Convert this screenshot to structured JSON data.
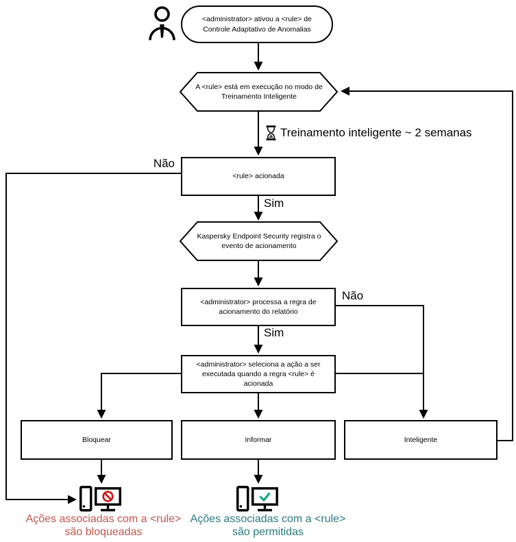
{
  "flowchart": {
    "nodes": {
      "start": "<administrator> ativou a <rule> de Controle Adaptativo de Anomalias",
      "smart_training_mode": "A <rule> está em execução no modo de Treinamento Inteligente",
      "training_note": "Treinamento inteligente ~ 2 semanas",
      "rule_triggered": "<rule> acionada",
      "registers_event": "Kaspersky Endpoint Security registra o evento de acionamento",
      "processes_rule": "<administrator> processa a regra de acionamento do relatório",
      "selects_action": "<administrator> seleciona a ação a ser executada quando a regra <rule> é acionada",
      "action_block": "Bloquear",
      "action_inform": "Informar",
      "action_smart": "Inteligente",
      "result_blocked": "Ações associadas com a <rule> são bloqueadas",
      "result_allowed": "Ações associadas com a <rule> são permitidas"
    },
    "edge_labels": {
      "no": "Não",
      "yes": "Sim"
    },
    "colors": {
      "line": "#000000",
      "result_blocked_text": "#c4544c",
      "result_allowed_text": "#2a7a80",
      "prohibit_icon": "#cf1a1a",
      "check_icon": "#18a382"
    }
  }
}
